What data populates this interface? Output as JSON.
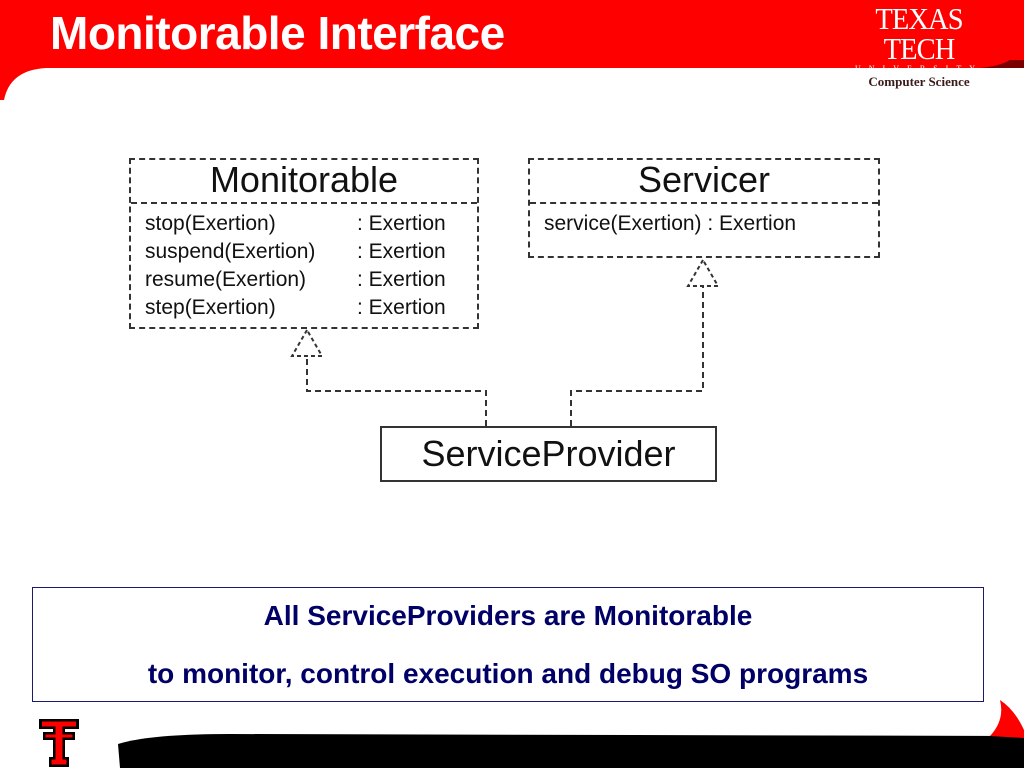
{
  "header": {
    "title": "Monitorable Interface",
    "logo": {
      "main": "TEXAS TECH",
      "sub": "UNIVERSITY",
      "dept": "Computer Science"
    }
  },
  "diagram": {
    "monitorable": {
      "name": "Monitorable",
      "methods": [
        {
          "name": "stop(Exertion)",
          "returns": ": Exertion"
        },
        {
          "name": "suspend(Exertion)",
          "returns": ": Exertion"
        },
        {
          "name": "resume(Exertion)",
          "returns": ": Exertion"
        },
        {
          "name": "step(Exertion)",
          "returns": ": Exertion"
        }
      ]
    },
    "servicer": {
      "name": "Servicer",
      "methods": [
        {
          "signature": "service(Exertion) : Exertion"
        }
      ]
    },
    "provider": {
      "name": "ServiceProvider"
    }
  },
  "note": {
    "line1": "All ServiceProviders are Monitorable",
    "line2": "to monitor, control execution and debug SO programs"
  },
  "colors": {
    "brand_red": "#ff0000",
    "note_text": "#000066",
    "footer_black": "#000000"
  }
}
